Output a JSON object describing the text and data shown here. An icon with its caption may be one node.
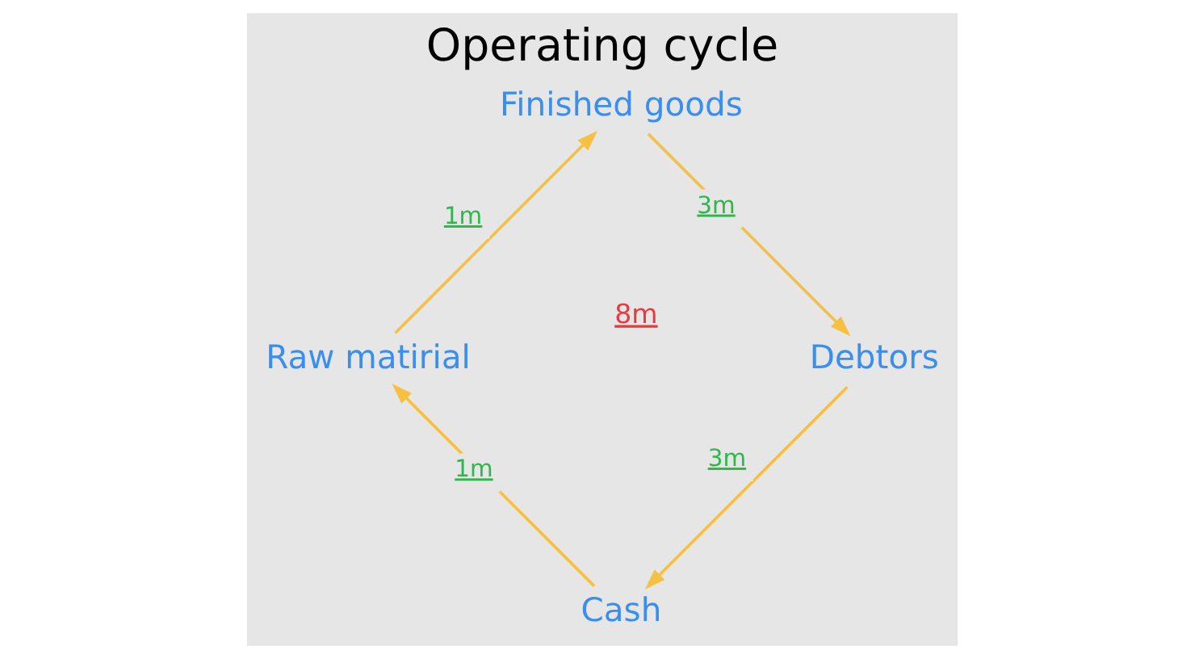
{
  "diagram": {
    "title": "Operating cycle",
    "nodes": [
      {
        "text": [
          "Cash"
        ]
      },
      {
        "text": [
          "Raw matirial"
        ]
      },
      {
        "text": [
          "Finished goods"
        ]
      },
      {
        "text": [
          "Debtors"
        ]
      }
    ],
    "edges": [
      {
        "from": 3,
        "to": 0,
        "arrow": "to",
        "label": "3m"
      },
      {
        "from": 0,
        "to": 1,
        "arrow": "to",
        "label": "1m"
      },
      {
        "from": 1,
        "to": 2,
        "arrow": "to",
        "label": "1m"
      },
      {
        "from": 2,
        "to": 3,
        "arrow": "to",
        "label": "3m"
      }
    ],
    "labels": [
      "8m"
    ]
  }
}
